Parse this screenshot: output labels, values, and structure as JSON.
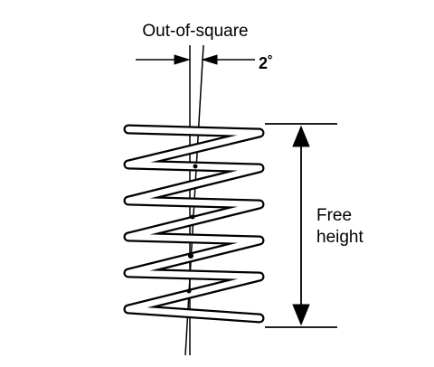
{
  "diagram": {
    "labels": {
      "out_of_square": "Out-of-square",
      "angle": "2˚",
      "free_height_line1": "Free",
      "free_height_line2": "height"
    }
  },
  "colors": {
    "ink": "#000000",
    "background": "#ffffff"
  }
}
